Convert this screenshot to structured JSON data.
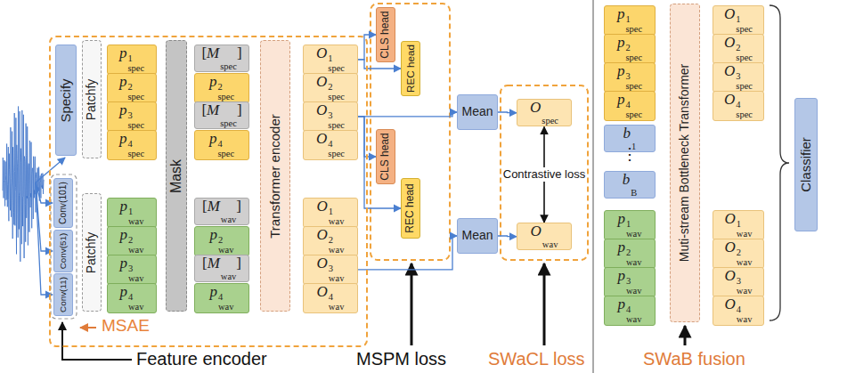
{
  "diagram": {
    "nodes": [
      {
        "text": [
          "MSAE"
        ]
      },
      {
        "text": [
          "Specify"
        ],
        "in": 0
      },
      {
        "text": [
          "Conv(101)"
        ],
        "in": 0
      },
      {
        "text": [
          "Conv(51)"
        ],
        "in": 0
      },
      {
        "text": [
          "Conv(11)"
        ],
        "in": 0
      },
      {
        "text": [
          "Patchfy"
        ],
        "in": 0
      },
      {
        "text": [
          "Patchfy"
        ],
        "in": 0
      },
      {
        "text": [
          "p1spec"
        ],
        "in": 0
      },
      {
        "text": [
          "p2spec"
        ],
        "in": 0
      },
      {
        "text": [
          "p3spec"
        ],
        "in": 0
      },
      {
        "text": [
          "p4spec"
        ],
        "in": 0
      },
      {
        "text": [
          "p1wav"
        ],
        "in": 0
      },
      {
        "text": [
          "p2wav"
        ],
        "in": 0
      },
      {
        "text": [
          "p3wav"
        ],
        "in": 0
      },
      {
        "text": [
          "p4wav"
        ],
        "in": 0
      },
      {
        "text": [
          "Mask"
        ],
        "in": 0
      },
      {
        "text": [
          "[Mspec]"
        ],
        "in": 0
      },
      {
        "text": [
          "p2spec"
        ],
        "in": 0
      },
      {
        "text": [
          "[Mspec]"
        ],
        "in": 0
      },
      {
        "text": [
          "p4spec"
        ],
        "in": 0
      },
      {
        "text": [
          "[Mwav]"
        ],
        "in": 0
      },
      {
        "text": [
          "p2wav"
        ],
        "in": 0
      },
      {
        "text": [
          "[Mwav]"
        ],
        "in": 0
      },
      {
        "text": [
          "p4wav"
        ],
        "in": 0
      },
      {
        "text": [
          "Transformer encoder"
        ],
        "in": 0
      },
      {
        "text": [
          "O1spec"
        ],
        "in": 0
      },
      {
        "text": [
          "O2spec"
        ],
        "in": 0
      },
      {
        "text": [
          "O3spec"
        ],
        "in": 0
      },
      {
        "text": [
          "O4spec"
        ],
        "in": 0
      },
      {
        "text": [
          "O1wav"
        ],
        "in": 0
      },
      {
        "text": [
          "O2wav"
        ],
        "in": 0
      },
      {
        "text": [
          "O3wav"
        ],
        "in": 0
      },
      {
        "text": [
          "O4wav"
        ],
        "in": 0
      },
      {
        "text": [
          "CLS head"
        ]
      },
      {
        "text": [
          "REC head"
        ]
      },
      {
        "text": [
          "CLS head"
        ]
      },
      {
        "text": [
          "REC head"
        ]
      },
      {
        "text": [
          "Mean"
        ]
      },
      {
        "text": [
          "Mean"
        ]
      },
      {
        "text": [
          "Ospec"
        ]
      },
      {
        "text": [
          "Owav"
        ]
      },
      {
        "text": [
          "p1spec"
        ]
      },
      {
        "text": [
          "p2spec"
        ]
      },
      {
        "text": [
          "p3spec"
        ]
      },
      {
        "text": [
          "p4spec"
        ]
      },
      {
        "text": [
          "b1"
        ]
      },
      {
        "text": [
          "bB"
        ]
      },
      {
        "text": [
          "p1wav"
        ]
      },
      {
        "text": [
          "p2wav"
        ]
      },
      {
        "text": [
          "p3wav"
        ]
      },
      {
        "text": [
          "p4wav"
        ]
      },
      {
        "text": [
          "Muti-stream Bottleneck Transformer"
        ]
      },
      {
        "text": [
          "O1spec"
        ]
      },
      {
        "text": [
          "O2spec"
        ]
      },
      {
        "text": [
          "O3spec"
        ]
      },
      {
        "text": [
          "O4spec"
        ]
      },
      {
        "text": [
          "O1wav"
        ]
      },
      {
        "text": [
          "O2wav"
        ]
      },
      {
        "text": [
          "O3wav"
        ]
      },
      {
        "text": [
          "O4wav"
        ]
      },
      {
        "text": [
          "Classifier"
        ]
      }
    ],
    "edges": [
      {
        "from": 25,
        "to": 33,
        "arrow": "to"
      },
      {
        "from": 25,
        "to": 34,
        "arrow": "to"
      },
      {
        "from": 27,
        "to": 35,
        "arrow": "to"
      },
      {
        "from": 27,
        "to": 36,
        "arrow": "to"
      },
      {
        "from": 27,
        "to": 37,
        "arrow": "to"
      },
      {
        "from": 31,
        "to": 38,
        "arrow": "to"
      },
      {
        "from": 37,
        "to": 39,
        "arrow": "to"
      },
      {
        "from": 38,
        "to": 40,
        "arrow": "to"
      },
      {
        "from": 39,
        "to": 40,
        "label": "Contrastive loss",
        "arrow": "both"
      }
    ],
    "labels": [
      "⋮",
      "Feature encoder",
      "MSPM loss",
      "SWaCL loss",
      "SWaB fusion"
    ]
  }
}
